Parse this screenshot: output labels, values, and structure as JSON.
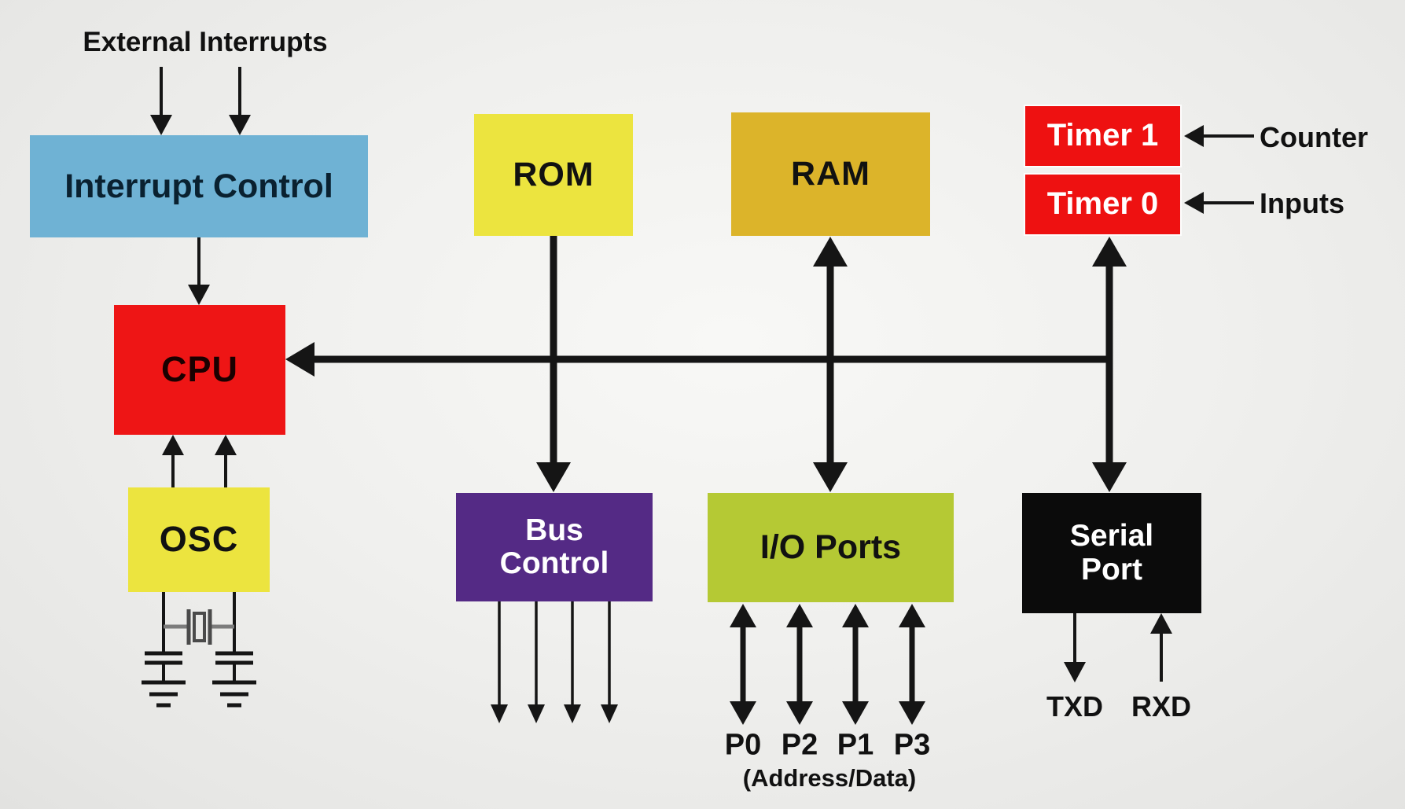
{
  "colors": {
    "interrupt_control": "#6fb2d4",
    "interrupt_text": "#0a2130",
    "cpu": "#ee1515",
    "osc": "#ece43f",
    "rom": "#ece43f",
    "ram": "#dcb42a",
    "bus_control": "#542a85",
    "io_ports": "#b5c934",
    "serial_port": "#0b0b0b",
    "timer": "#ee1111",
    "wire": "#151515",
    "crystal_gray": "#7c7c7c"
  },
  "labels": {
    "external_interrupts": "External Interrupts",
    "interrupt_control": "Interrupt Control",
    "cpu": "CPU",
    "osc": "OSC",
    "rom": "ROM",
    "ram": "RAM",
    "bus_control": "Bus Control",
    "io_ports": "I/O Ports",
    "serial_port": "Serial Port",
    "timer1": "Timer 1",
    "timer0": "Timer 0",
    "counter": "Counter",
    "inputs": "Inputs",
    "ports": [
      "P0",
      "P2",
      "P1",
      "P3"
    ],
    "address_data": "(Address/Data)",
    "txd": "TXD",
    "rxd": "RXD"
  }
}
